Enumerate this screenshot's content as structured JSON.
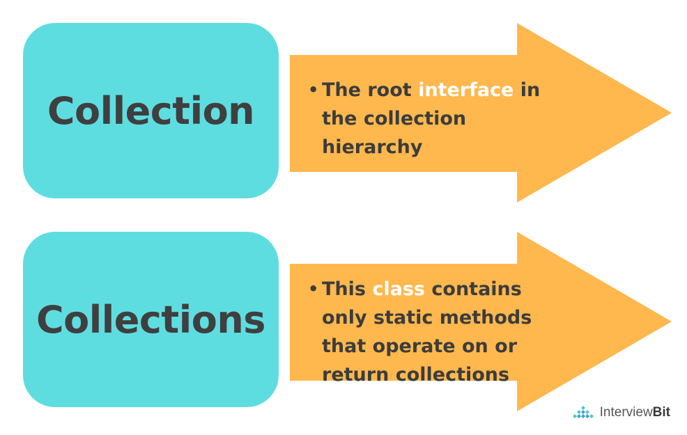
{
  "items": [
    {
      "term": "Collection",
      "desc_before": "The root ",
      "desc_highlight": "interface",
      "desc_after": " in the collection hierarchy"
    },
    {
      "term": "Collections",
      "desc_before": "This ",
      "desc_highlight": "class",
      "desc_after": " contains only static methods that operate on or return collections"
    }
  ],
  "brand": {
    "name_part1": "Interview",
    "name_part2": "Bit",
    "logo_icon": "pyramid-dots-icon"
  },
  "colors": {
    "box": "#5edde1",
    "arrow": "#ffb84d",
    "highlight": "#ffffff",
    "text": "#3c3c3c"
  }
}
